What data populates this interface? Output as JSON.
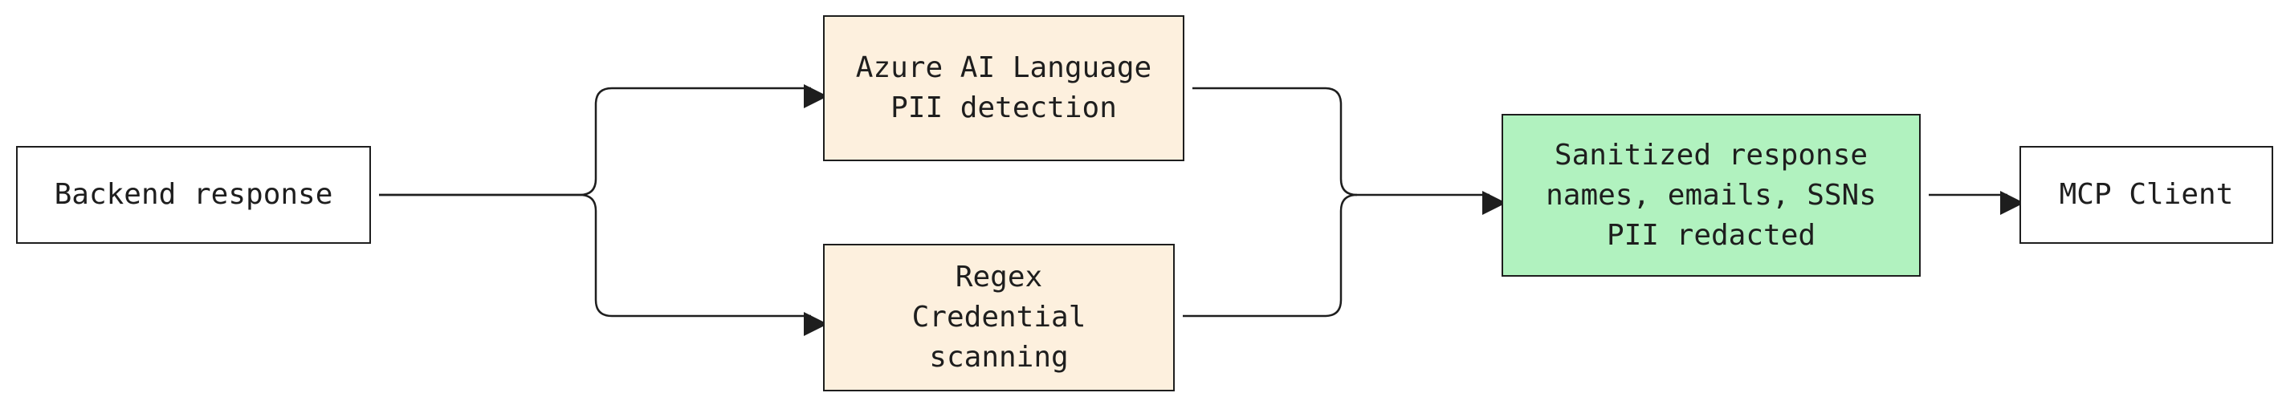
{
  "nodes": {
    "backend": {
      "lines": [
        "Backend response"
      ]
    },
    "azure": {
      "lines": [
        "Azure AI Language",
        "PII detection"
      ]
    },
    "regex": {
      "lines": [
        "Regex",
        "Credential",
        "scanning"
      ]
    },
    "sanitized": {
      "lines": [
        "Sanitized response",
        "names, emails, SSNs",
        "PII redacted"
      ]
    },
    "mcp": {
      "lines": [
        "MCP Client"
      ]
    }
  },
  "edges": [
    {
      "from": "backend",
      "to": "azure"
    },
    {
      "from": "backend",
      "to": "regex"
    },
    {
      "from": "azure",
      "to": "sanitized"
    },
    {
      "from": "regex",
      "to": "sanitized"
    },
    {
      "from": "sanitized",
      "to": "mcp"
    }
  ],
  "colors": {
    "stroke": "#1e1e1e",
    "plain_fill": "#ffffff",
    "scanner_fill": "#fdf0de",
    "result_fill": "#b1f2bf"
  }
}
